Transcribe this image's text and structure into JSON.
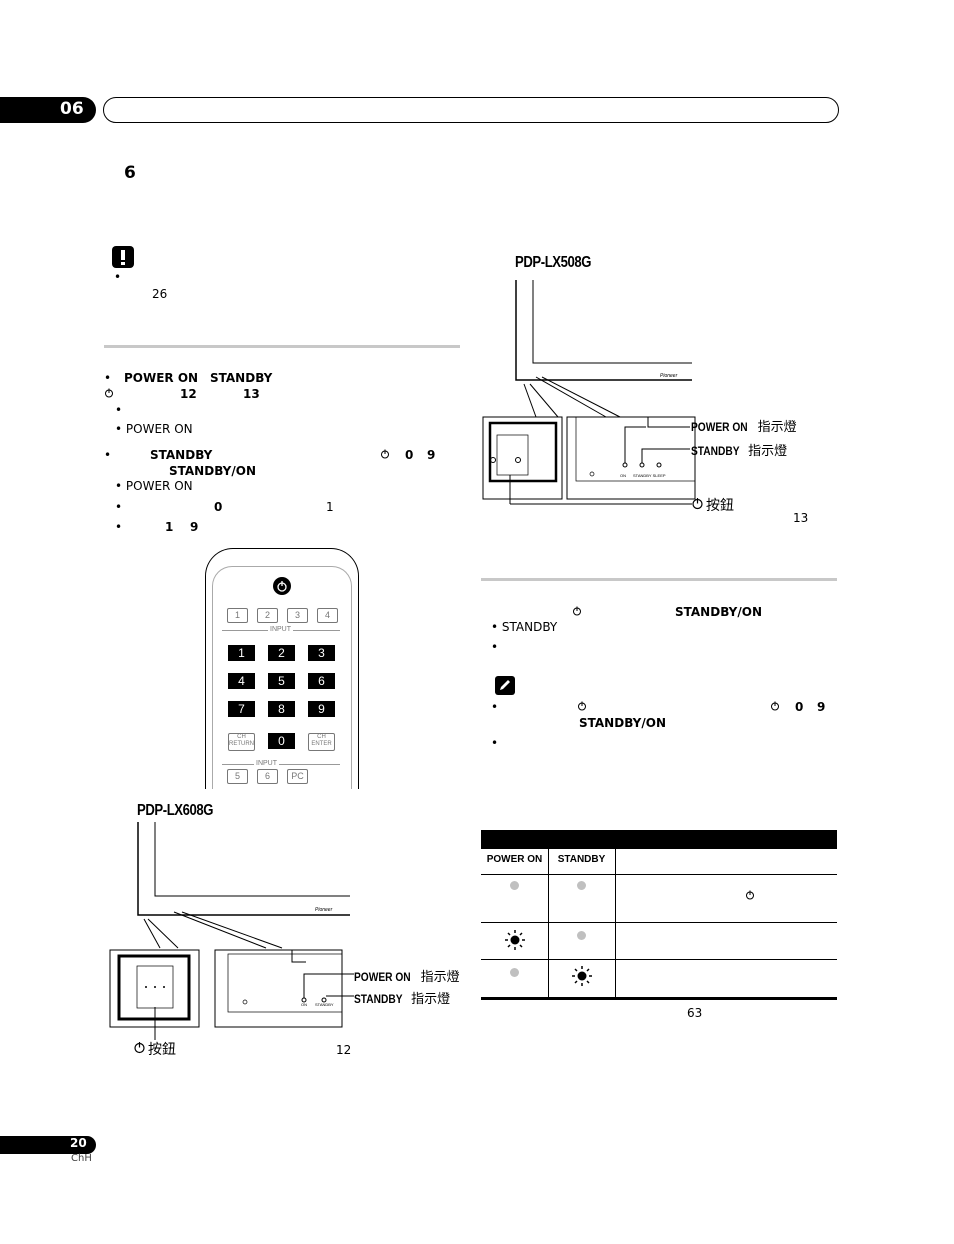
{
  "header": {
    "chapter_number": "06"
  },
  "section": {
    "number": "6"
  },
  "important": {
    "bullet": "•",
    "page_ref": "26"
  },
  "power_on_section": {
    "bullets": [
      {
        "bullet": "•",
        "a": "POWER ON",
        "b": "STANDBY",
        "c": "12",
        "d": "13"
      },
      {
        "bullet": "•"
      },
      {
        "bullet": "•",
        "text": "POWER ON"
      },
      {
        "bullet": "•",
        "a": "STANDBY",
        "b": "0",
        "c": "9",
        "d": "STANDBY/ON"
      },
      {
        "bullet": "•",
        "text": "POWER ON"
      },
      {
        "bullet": "•",
        "a": "0",
        "b": "1"
      },
      {
        "bullet": "•",
        "a": "1",
        "b": "9"
      }
    ]
  },
  "remote": {
    "input_top": [
      "1",
      "2",
      "3",
      "4"
    ],
    "input_label": "INPUT",
    "numbers": [
      "1",
      "2",
      "3",
      "4",
      "5",
      "6",
      "7",
      "8",
      "9"
    ],
    "ch_return": "CH\nRETURN",
    "zero": "0",
    "ch_enter": "CH\nENTER",
    "input_label_2": "INPUT",
    "input_bottom": [
      "5",
      "6",
      "PC"
    ]
  },
  "lx608": {
    "model": "PDP-LX608G",
    "power_on_label_en": "POWER ON",
    "power_on_label_zh": "指示燈",
    "standby_label_en": "STANDBY",
    "standby_label_zh": "指示燈",
    "button_label": "按鈕",
    "panel_on": "ON",
    "panel_standby": "STANDBY",
    "page_ref": "12",
    "brand": "Pioneer"
  },
  "lx508": {
    "model": "PDP-LX508G",
    "power_on_label_en": "POWER ON",
    "power_on_label_zh": "指示燈",
    "standby_label_en": "STANDBY",
    "standby_label_zh": "指示燈",
    "button_label": "按鈕",
    "panel_on": "ON",
    "panel_standby_sleep": "STANDBY SLEEP",
    "page_ref": "13",
    "brand": "Pioneer"
  },
  "power_off_section": {
    "standby_on": "STANDBY/ON",
    "bullet_standby": "STANDBY",
    "bullet": "•"
  },
  "note": {
    "b0": "0",
    "b9": "9",
    "standby_on": "STANDBY/ON",
    "bullet": "•"
  },
  "table": {
    "col1": "POWER ON",
    "col2": "STANDBY",
    "page_ref": "63"
  },
  "footer": {
    "page_number": "20",
    "lang": "ChH"
  }
}
